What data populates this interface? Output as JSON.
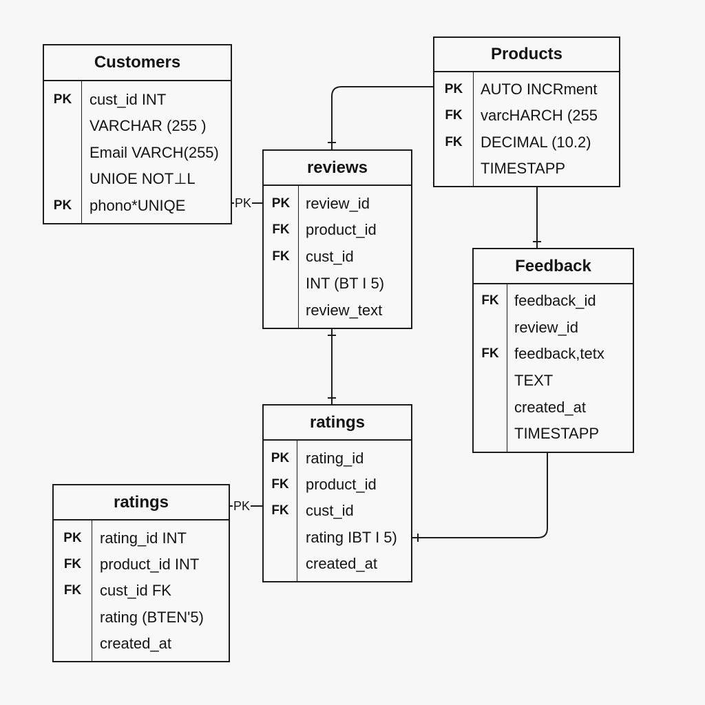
{
  "entities": {
    "customers": {
      "title": "Customers",
      "rows": [
        {
          "key": "PK",
          "field": "cust_id INT"
        },
        {
          "key": "",
          "field": "VARCHAR (255 )"
        },
        {
          "key": "",
          "field": "Email VARCH(255)"
        },
        {
          "key": "",
          "field": "UNIOE NOT⊥L"
        },
        {
          "key": "PK",
          "field": "phono*UNIQE"
        }
      ]
    },
    "products": {
      "title": "Products",
      "rows": [
        {
          "key": "PK",
          "field": "AUTO INCRment"
        },
        {
          "key": "FK",
          "field": "varcHARCH (255"
        },
        {
          "key": "FK",
          "field": "DECIMAL (10.2)"
        },
        {
          "key": "",
          "field": "TIMESTAPP"
        }
      ]
    },
    "reviews": {
      "title": "reviews",
      "rows": [
        {
          "key": "PK",
          "field": "review_id"
        },
        {
          "key": "FK",
          "field": "product_id"
        },
        {
          "key": "FK",
          "field": "cust_id"
        },
        {
          "key": "",
          "field": "INT (BT I 5)"
        },
        {
          "key": "",
          "field": "review_text"
        }
      ]
    },
    "feedback": {
      "title": "Feedback",
      "rows": [
        {
          "key": "FK",
          "field": "feedback_id"
        },
        {
          "key": "",
          "field": "review_id"
        },
        {
          "key": "FK",
          "field": "feedback,tetx"
        },
        {
          "key": "",
          "field": "TEXT"
        },
        {
          "key": "",
          "field": "created_at"
        },
        {
          "key": "",
          "field": "TIMESTAPP"
        }
      ]
    },
    "ratings_center": {
      "title": "ratings",
      "rows": [
        {
          "key": "PK",
          "field": "rating_id"
        },
        {
          "key": "FK",
          "field": "product_id"
        },
        {
          "key": "FK",
          "field": "cust_id"
        },
        {
          "key": "",
          "field": "rating IBT I 5)"
        },
        {
          "key": "",
          "field": "created_at"
        }
      ]
    },
    "ratings_left": {
      "title": "ratings",
      "rows": [
        {
          "key": "PK",
          "field": "rating_id INT"
        },
        {
          "key": "FK",
          "field": "product_id INT"
        },
        {
          "key": "FK",
          "field": "cust_id FK"
        },
        {
          "key": "",
          "field": "rating (BTEN'5)"
        },
        {
          "key": "",
          "field": "created_at"
        }
      ]
    }
  },
  "edge_labels": {
    "customers_reviews": "PK",
    "ratings_left_center": "PK"
  }
}
